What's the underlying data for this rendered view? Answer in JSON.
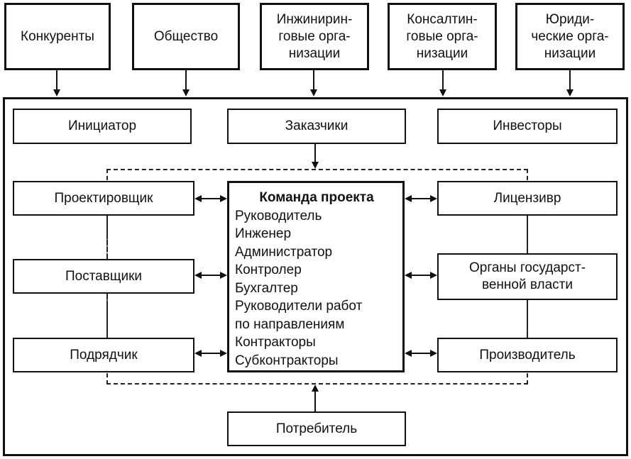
{
  "external": {
    "competitors": [
      "Конкуренты"
    ],
    "society": [
      "Общество"
    ],
    "engineering": [
      "Инжинирин-",
      "говые орга-",
      "низации"
    ],
    "consulting": [
      "Консалтин-",
      "говые орга-",
      "низации"
    ],
    "legal": [
      "Юриди-",
      "ческие орга-",
      "низации"
    ]
  },
  "core": {
    "initiator": "Инициатор",
    "customers": "Заказчики",
    "investors": "Инвесторы",
    "designer": "Проектировщик",
    "suppliers": "Поставщики",
    "contractor": "Подрядчик",
    "licensor": "Лицензивр",
    "authorities": [
      "Органы государст-",
      "венной власти"
    ],
    "manufacturer": "Производитель",
    "consumer": "Потребитель"
  },
  "team": {
    "title": "Команда проекта",
    "members": [
      "Руководитель",
      "Инженер",
      "Администратор",
      "Контролер",
      "Бухгалтер",
      "Руководители работ",
      "по направлениям",
      "Контракторы",
      "Субконтракторы"
    ]
  }
}
